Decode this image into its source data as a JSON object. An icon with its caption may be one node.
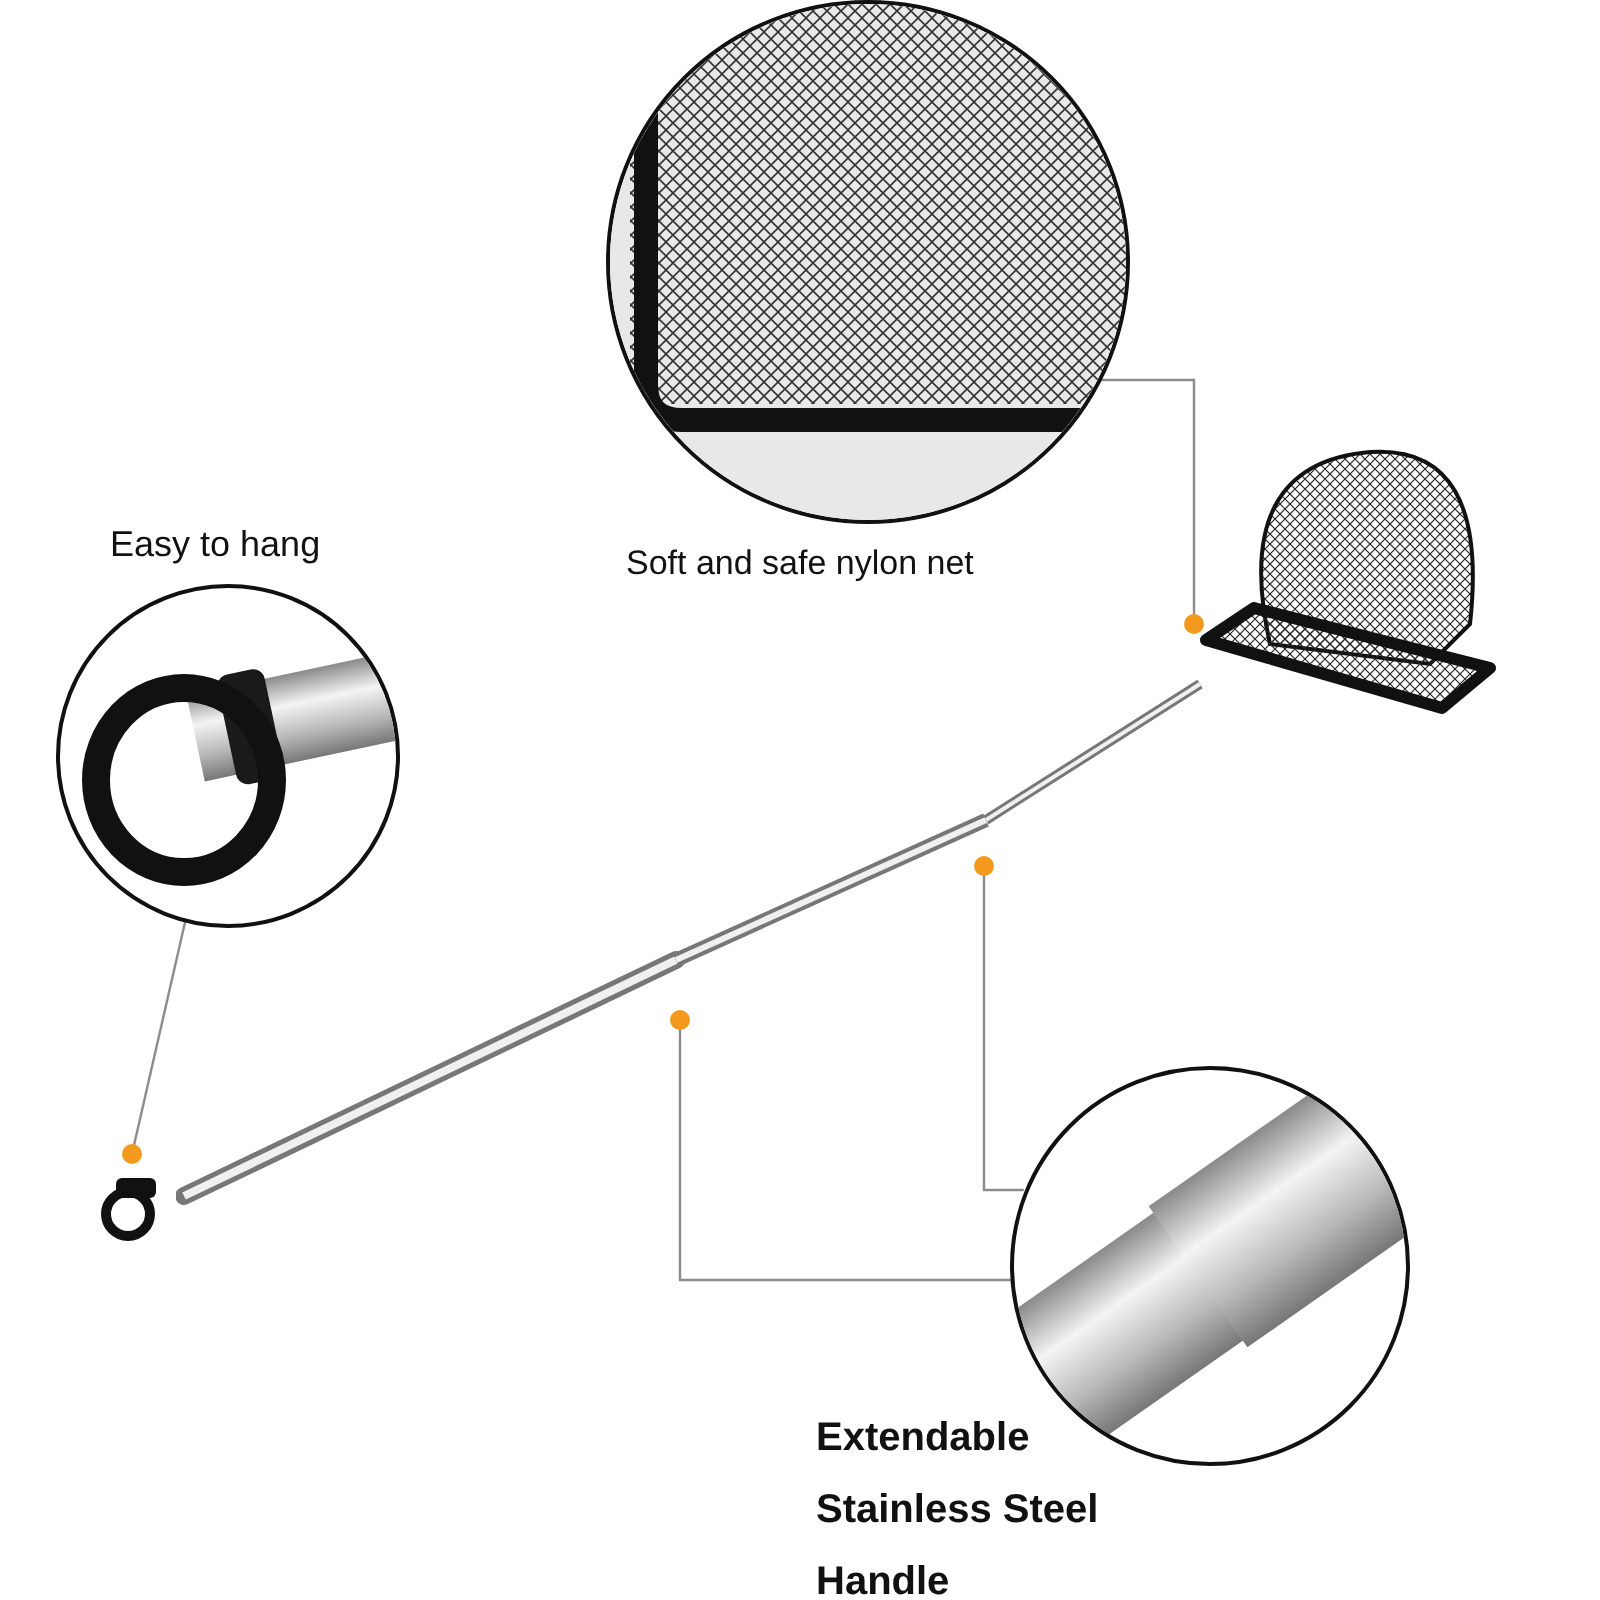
{
  "diagram": {
    "nodes": [
      {
        "text": [
          "Easy to hang"
        ]
      },
      {
        "text": [
          "Soft and safe nylon net"
        ]
      },
      {
        "text": [
          "Extendable Stainless Steel Handle"
        ]
      },
      {
        "text": [],
        "shape": "circle"
      },
      {
        "text": [],
        "shape": "box"
      },
      {
        "text": [],
        "shape": "bar"
      }
    ],
    "edges": [
      {
        "from": 0,
        "to": 3,
        "arrow": "other"
      },
      {
        "from": 1,
        "to": 4,
        "arrow": "other"
      },
      {
        "from": 2,
        "to": 5,
        "arrow": "other"
      },
      {
        "from": 2,
        "to": 5,
        "arrow": "other"
      }
    ]
  }
}
